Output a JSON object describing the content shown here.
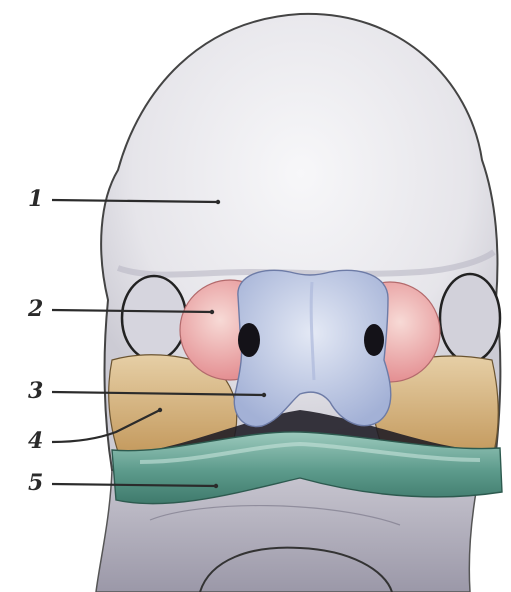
{
  "labels": [
    {
      "id": "1",
      "text": "1"
    },
    {
      "id": "2",
      "text": "2"
    },
    {
      "id": "3",
      "text": "3"
    },
    {
      "id": "4",
      "text": "4"
    },
    {
      "id": "5",
      "text": "5"
    }
  ],
  "colors": {
    "head": "#e9e8ec",
    "headShade": "#cfced8",
    "nasal_pink": "#e9a3a4",
    "nasal_pink_light": "#f5d6d4",
    "frontonasal_blue": "#c3cde6",
    "frontonasal_blue_dark": "#a9b5d8",
    "maxillary_tan": "#d9b98a",
    "maxillary_tan_dark": "#c89e64",
    "mandibular_green": "#4f8f80",
    "mandibular_green_light": "#8fc1b5",
    "neck_gray": "#a9a7b5",
    "outline": "#222222",
    "leader": "#2b2b2b"
  }
}
